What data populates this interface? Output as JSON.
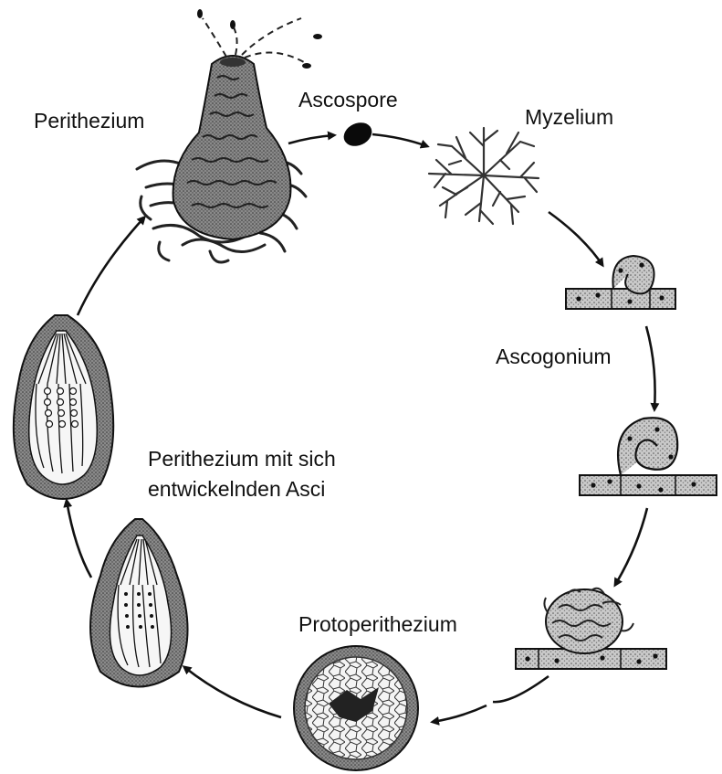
{
  "labels": {
    "perithezium": "Perithezium",
    "ascospore": "Ascospore",
    "myzelium": "Myzelium",
    "ascogonium": "Ascogonium",
    "developing_line1": "Perithezium mit sich",
    "developing_line2": "entwickelnden Asci",
    "protoperithezium": "Protoperithezium"
  },
  "colors": {
    "ink": "#111111",
    "stipple": "#9a9a9a",
    "wall": "#6f6f6f",
    "background": "#ffffff"
  },
  "stages": [
    {
      "id": "perithezium",
      "icon": "flask-shaped-perithecium-with-hyphae"
    },
    {
      "id": "ascospore",
      "icon": "black-oval-spore"
    },
    {
      "id": "myzelium",
      "icon": "branching-mycelium"
    },
    {
      "id": "ascogonium-early",
      "icon": "coiled-hypha-on-filament"
    },
    {
      "id": "ascogonium-coiled",
      "icon": "spiral-ascogonium-on-filament"
    },
    {
      "id": "hyphal-knot",
      "icon": "tangled-hyphal-ball-on-filament"
    },
    {
      "id": "protoperithezium",
      "icon": "cellular-sphere-cross-section"
    },
    {
      "id": "perithezium-early-asci",
      "icon": "pear-shaped-perithecium-section"
    },
    {
      "id": "perithezium-mature-asci",
      "icon": "pear-shaped-perithecium-section"
    }
  ]
}
